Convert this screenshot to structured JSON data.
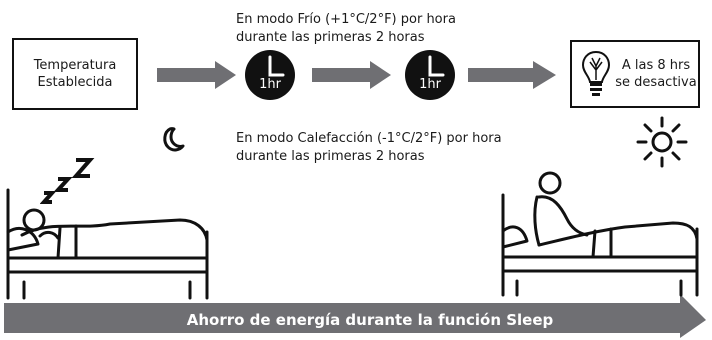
{
  "start_box": {
    "line1": "Temperatura",
    "line2": "Establecida"
  },
  "clock_label": "1hr",
  "cool_note": {
    "line1": "En modo Frío (+1°C/2°F) por hora",
    "line2": "durante las primeras 2 horas"
  },
  "heat_note": {
    "line1": "En modo Calefacción (-1°C/2°F) por hora",
    "line2": "durante las primeras 2 horas"
  },
  "end_box": {
    "line1": "A las 8 hrs",
    "line2": "se desactiva"
  },
  "banner": {
    "label": "Ahorro de energía durante la función Sleep"
  },
  "snore": "Z Z Z",
  "colors": {
    "arrow": "#6f6f73",
    "ink": "#111111"
  }
}
